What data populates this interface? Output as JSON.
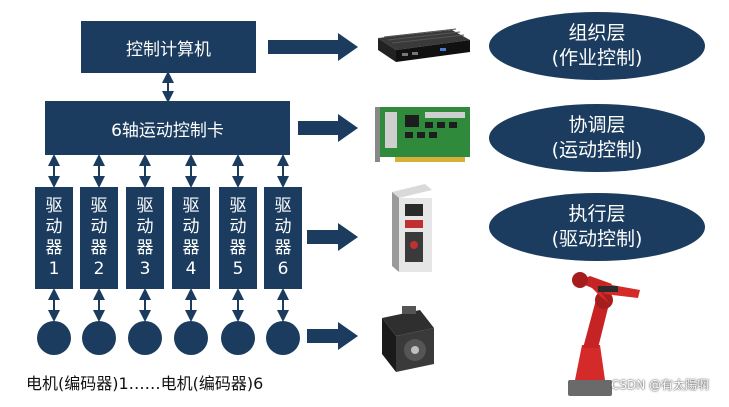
{
  "top_box": {
    "label": "控制计算机"
  },
  "motion_card": {
    "label": "6轴运动控制卡"
  },
  "drivers": [
    {
      "chars": [
        "驱",
        "动",
        "器"
      ],
      "num": "1"
    },
    {
      "chars": [
        "驱",
        "动",
        "器"
      ],
      "num": "2"
    },
    {
      "chars": [
        "驱",
        "动",
        "器"
      ],
      "num": "3"
    },
    {
      "chars": [
        "驱",
        "动",
        "器"
      ],
      "num": "4"
    },
    {
      "chars": [
        "驱",
        "动",
        "器"
      ],
      "num": "5"
    },
    {
      "chars": [
        "驱",
        "动",
        "器"
      ],
      "num": "6"
    }
  ],
  "motor_caption": "电机(编码器)1……电机(编码器)6",
  "layers": [
    {
      "title": "组织层",
      "subtitle": "(作业控制)"
    },
    {
      "title": "协调层",
      "subtitle": "(运动控制)"
    },
    {
      "title": "执行层",
      "subtitle": "(驱动控制)"
    }
  ],
  "watermark": "CSDN @有太陽啊",
  "icons": [
    "industrial-pc-icon",
    "motion-control-card-icon",
    "servo-drive-icon",
    "servo-motor-icon",
    "robot-arm-icon"
  ],
  "colors": {
    "box": "#1b3c5e",
    "arrow": "#1b3c5e",
    "robot": "#d42a2a"
  }
}
